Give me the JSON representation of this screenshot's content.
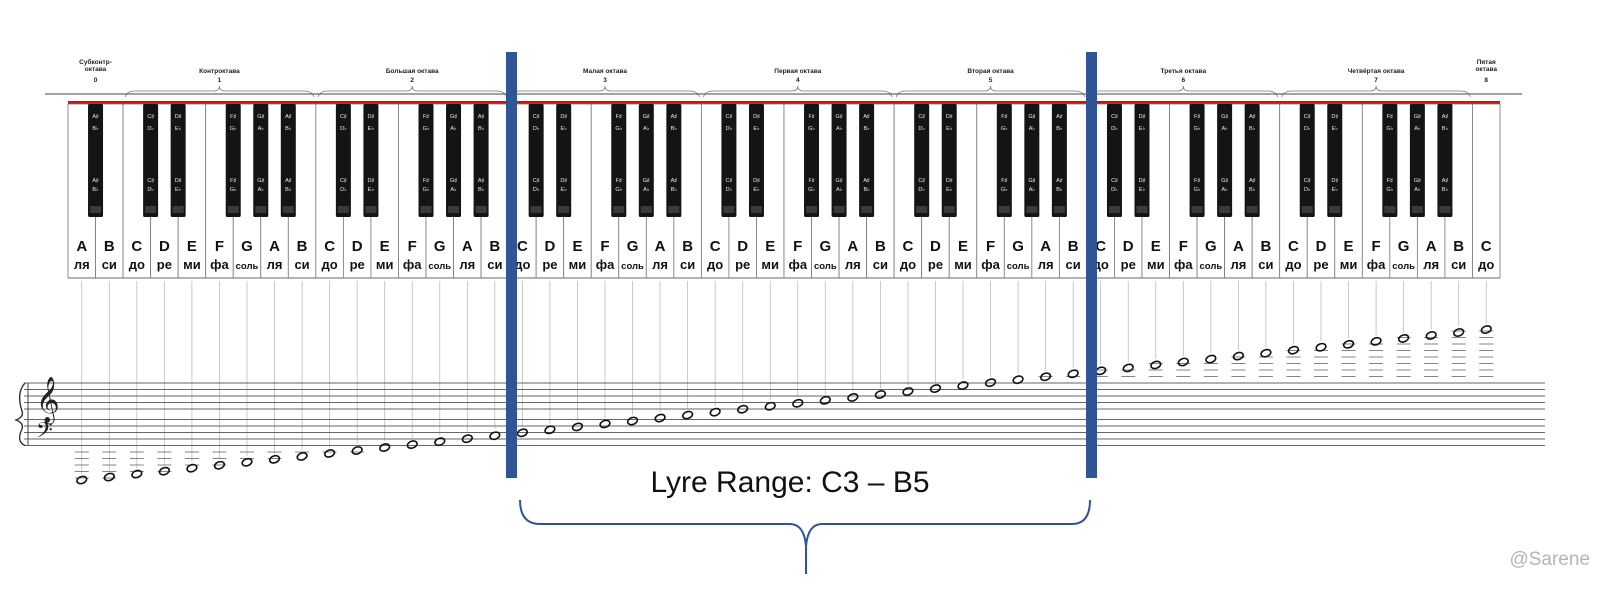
{
  "diagram": {
    "octaves": [
      {
        "name": "Субконтр-октава",
        "number": "0"
      },
      {
        "name": "Контроктава",
        "number": "1"
      },
      {
        "name": "Большая октава",
        "number": "2"
      },
      {
        "name": "Малая октава",
        "number": "3"
      },
      {
        "name": "Первая октава",
        "number": "4"
      },
      {
        "name": "Вторая октава",
        "number": "5"
      },
      {
        "name": "Третья октава",
        "number": "6"
      },
      {
        "name": "Четвёртая октава",
        "number": "7"
      },
      {
        "name": "Пятая октава",
        "number": "8"
      }
    ],
    "white_keys": [
      {
        "letter": "A",
        "solfege": "ля"
      },
      {
        "letter": "B",
        "solfege": "си"
      },
      {
        "letter": "C",
        "solfege": "до"
      },
      {
        "letter": "D",
        "solfege": "ре"
      },
      {
        "letter": "E",
        "solfege": "ми"
      },
      {
        "letter": "F",
        "solfege": "фа"
      },
      {
        "letter": "G",
        "solfege": "соль"
      },
      {
        "letter": "A",
        "solfege": "ля"
      },
      {
        "letter": "B",
        "solfege": "си"
      },
      {
        "letter": "C",
        "solfege": "до"
      },
      {
        "letter": "D",
        "solfege": "ре"
      },
      {
        "letter": "E",
        "solfege": "ми"
      },
      {
        "letter": "F",
        "solfege": "фа"
      },
      {
        "letter": "G",
        "solfege": "соль"
      },
      {
        "letter": "A",
        "solfege": "ля"
      },
      {
        "letter": "B",
        "solfege": "си"
      },
      {
        "letter": "C",
        "solfege": "до"
      },
      {
        "letter": "D",
        "solfege": "ре"
      },
      {
        "letter": "E",
        "solfege": "ми"
      },
      {
        "letter": "F",
        "solfege": "фа"
      },
      {
        "letter": "G",
        "solfege": "соль"
      },
      {
        "letter": "A",
        "solfege": "ля"
      },
      {
        "letter": "B",
        "solfege": "си"
      },
      {
        "letter": "C",
        "solfege": "до"
      },
      {
        "letter": "D",
        "solfege": "ре"
      },
      {
        "letter": "E",
        "solfege": "ми"
      },
      {
        "letter": "F",
        "solfege": "фа"
      },
      {
        "letter": "G",
        "solfege": "соль"
      },
      {
        "letter": "A",
        "solfege": "ля"
      },
      {
        "letter": "B",
        "solfege": "си"
      },
      {
        "letter": "C",
        "solfege": "до"
      },
      {
        "letter": "D",
        "solfege": "ре"
      },
      {
        "letter": "E",
        "solfege": "ми"
      },
      {
        "letter": "F",
        "solfege": "фа"
      },
      {
        "letter": "G",
        "solfege": "соль"
      },
      {
        "letter": "A",
        "solfege": "ля"
      },
      {
        "letter": "B",
        "solfege": "си"
      },
      {
        "letter": "C",
        "solfege": "до"
      },
      {
        "letter": "D",
        "solfege": "ре"
      },
      {
        "letter": "E",
        "solfege": "ми"
      },
      {
        "letter": "F",
        "solfege": "фа"
      },
      {
        "letter": "G",
        "solfege": "соль"
      },
      {
        "letter": "A",
        "solfege": "ля"
      },
      {
        "letter": "B",
        "solfege": "си"
      },
      {
        "letter": "C",
        "solfege": "до"
      },
      {
        "letter": "D",
        "solfege": "ре"
      },
      {
        "letter": "E",
        "solfege": "ми"
      },
      {
        "letter": "F",
        "solfege": "фа"
      },
      {
        "letter": "G",
        "solfege": "соль"
      },
      {
        "letter": "A",
        "solfege": "ля"
      },
      {
        "letter": "B",
        "solfege": "си"
      },
      {
        "letter": "C",
        "solfege": "до"
      }
    ],
    "black_key_labels": {
      "C#": [
        "C♯",
        "D♭"
      ],
      "D#": [
        "D♯",
        "E♭"
      ],
      "F#": [
        "F♯",
        "G♭"
      ],
      "G#": [
        "G♯",
        "A♭"
      ],
      "A#": [
        "A♯",
        "B♭"
      ]
    },
    "range_label": "Lyre Range: C3 – B5",
    "watermark": "@Sarene",
    "colors": {
      "range_marker": "#2f5597",
      "keyboard_top_line": "#cc1111",
      "black_key": "#141414",
      "white_key": "#ffffff"
    }
  }
}
